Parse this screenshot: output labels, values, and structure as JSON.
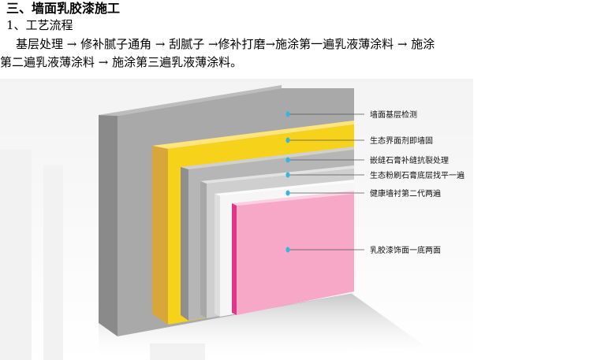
{
  "heading": "三、墙面乳胶漆施工",
  "subheading": "1、工艺流程",
  "process": {
    "line1": "基层处理 → 修补腻子通角 → 刮腻子 →修补打磨→施涂第一遍乳液薄涂料 → 施涂",
    "line2": "第二遍乳液薄涂料 → 施涂第三遍乳液薄涂料。"
  },
  "diagram": {
    "layers": [
      {
        "label": "墙面基层检测",
        "color": "#a9a9a9"
      },
      {
        "label": "生态界面剂即墙固",
        "color": "#f6d21a"
      },
      {
        "label": "嵌缝石膏补缝抗裂处理",
        "color": "#b6b6b6"
      },
      {
        "label": "生态粉刷石膏底层找平一遍",
        "color": "#cfcfcf"
      },
      {
        "label": "健康墙衬第二代两遍",
        "color": "#f6f6f6"
      },
      {
        "label": "乳胶漆饰面一底两面",
        "color": "#f7a8c6"
      }
    ],
    "marker_color": "#2fb7e6"
  }
}
